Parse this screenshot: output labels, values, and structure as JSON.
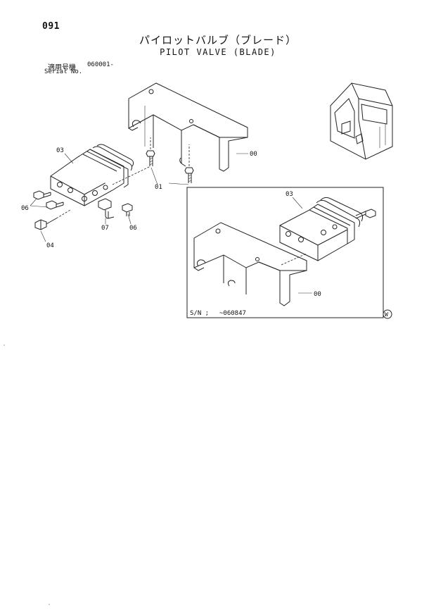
{
  "page": {
    "number": "091"
  },
  "title": {
    "japanese": "パイロットバルブ（ブレード）",
    "english": "PILOT VALVE (BLADE)"
  },
  "serial": {
    "label_jp": "適用号機",
    "value": "060001-",
    "label_en": "Serial No."
  },
  "callouts": {
    "bracket": "00",
    "bolts": "01",
    "valve": "03",
    "plug": "04",
    "fitting_left": "06",
    "elbow": "07",
    "fitting_right": "06"
  },
  "inset": {
    "valve": "03",
    "bracket": "00",
    "serial_label": "S/N ;",
    "serial_value": "~060847"
  },
  "mark": "W"
}
